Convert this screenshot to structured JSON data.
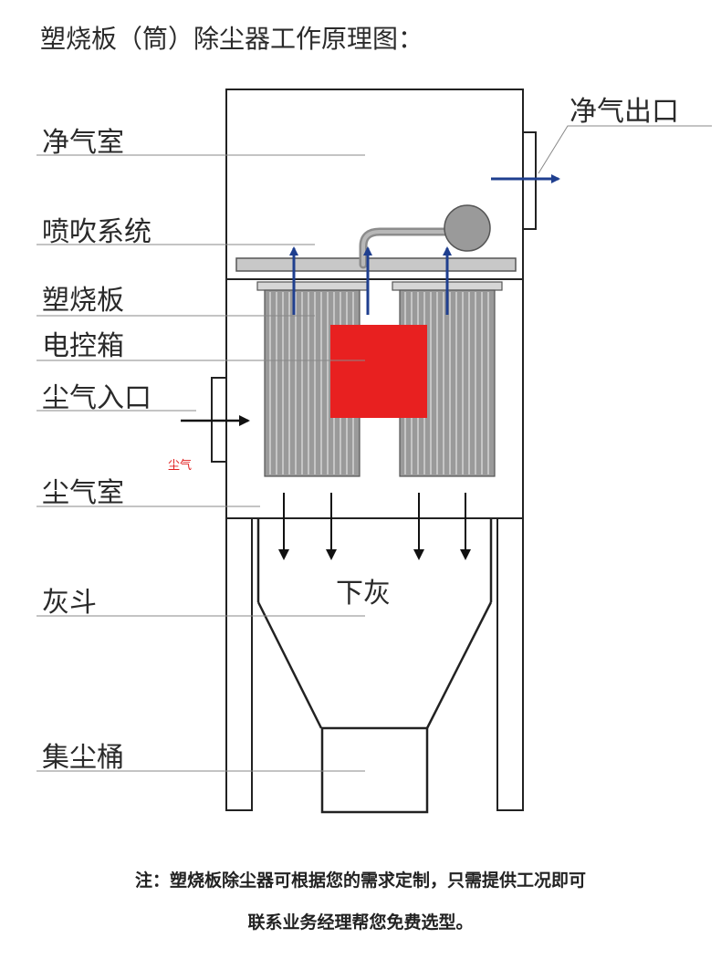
{
  "title": "塑烧板（筒）除尘器工作原理图：",
  "labels": {
    "clean_chamber": "净气室",
    "blow_system": "喷吹系统",
    "sinter_plate": "塑烧板",
    "control_box": "电控箱",
    "dust_inlet": "尘气入口",
    "dust_chamber": "尘气室",
    "ash_hopper": "灰斗",
    "dust_bucket": "集尘桶",
    "clean_outlet": "净气出口",
    "dust_gas": "尘气",
    "ash_down": "下灰"
  },
  "colors": {
    "control_box": "#e82020",
    "arrow_blue": "#1f3f8f",
    "filter_gray": "#9a9a9a",
    "pipe_gray": "#8c8c8c"
  },
  "note": {
    "line1": "注：塑烧板除尘器可根据您的需求定制，只需提供工况即可",
    "line2": "联系业务经理帮您免费选型。"
  }
}
